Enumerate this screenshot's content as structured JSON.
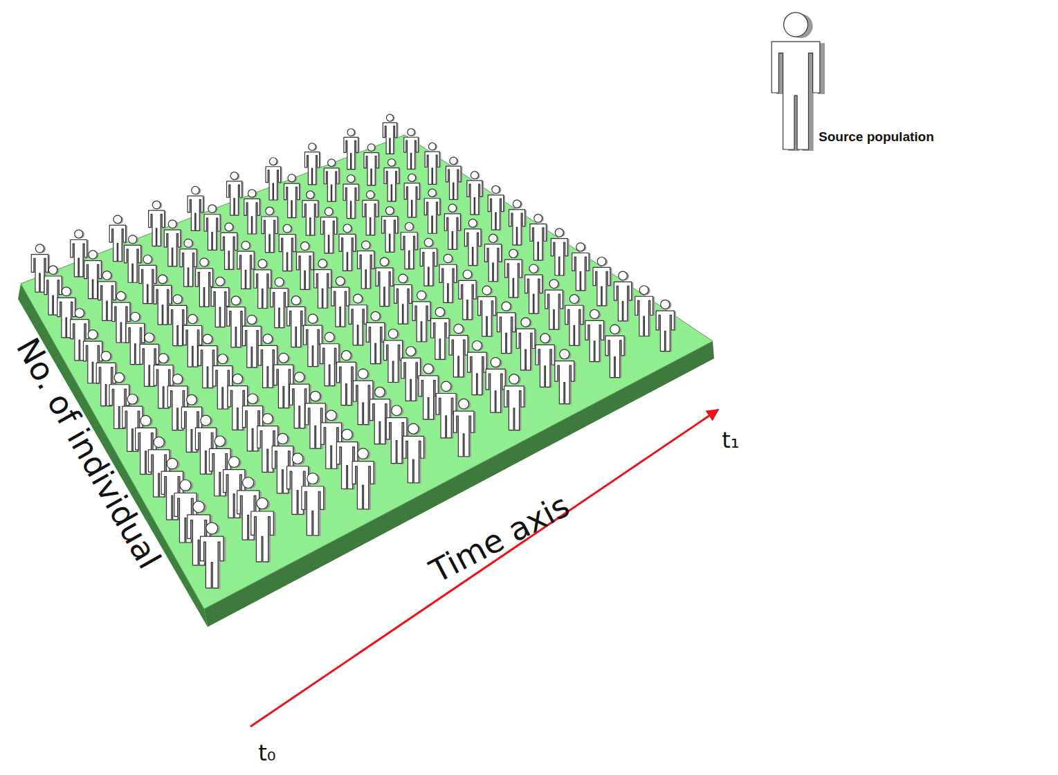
{
  "diagram": {
    "labels": [
      "No. of individual",
      "Time axis",
      "t₀",
      "t₁"
    ],
    "legend": [
      {
        "text": "Source population"
      }
    ]
  }
}
